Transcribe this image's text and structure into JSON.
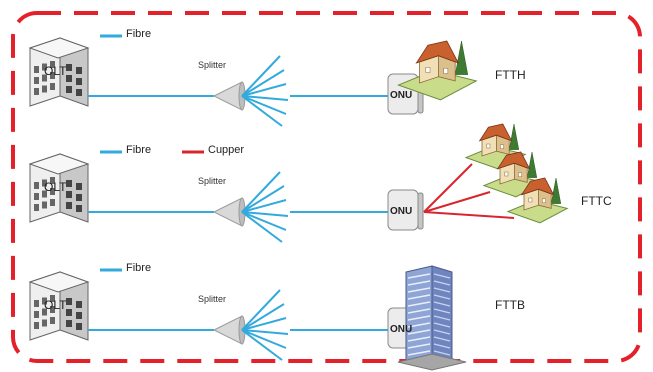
{
  "colors": {
    "frame": "#e4212b",
    "fibre": "#33aadd",
    "copper": "#d8262e",
    "building": "#dcdcdc",
    "house_roof": "#c9612f",
    "lawn": "#c8dc8a",
    "tower": "#8fa5d6"
  },
  "icons": [
    "building-icon",
    "splitter-icon",
    "onu-icon",
    "house-icon",
    "office-tower-icon"
  ],
  "rows": [
    {
      "id": "ftth",
      "olt_label": "OLT",
      "onu_label": "ONU",
      "splitter_label": "Splitter",
      "legend": [
        {
          "label": "Fibre",
          "kind": "fibre"
        }
      ],
      "endpoint": "FTTH",
      "premises": "house"
    },
    {
      "id": "fttc",
      "olt_label": "OLT",
      "onu_label": "ONU",
      "splitter_label": "Splitter",
      "legend": [
        {
          "label": "Fibre",
          "kind": "fibre"
        },
        {
          "label": "Cupper",
          "kind": "copper"
        }
      ],
      "endpoint": "FTTC",
      "premises": "three-houses"
    },
    {
      "id": "fttb",
      "olt_label": "OLT",
      "onu_label": "ONU",
      "splitter_label": "Splitter",
      "legend": [
        {
          "label": "Fibre",
          "kind": "fibre"
        }
      ],
      "endpoint": "FTTB",
      "premises": "office-tower"
    }
  ]
}
